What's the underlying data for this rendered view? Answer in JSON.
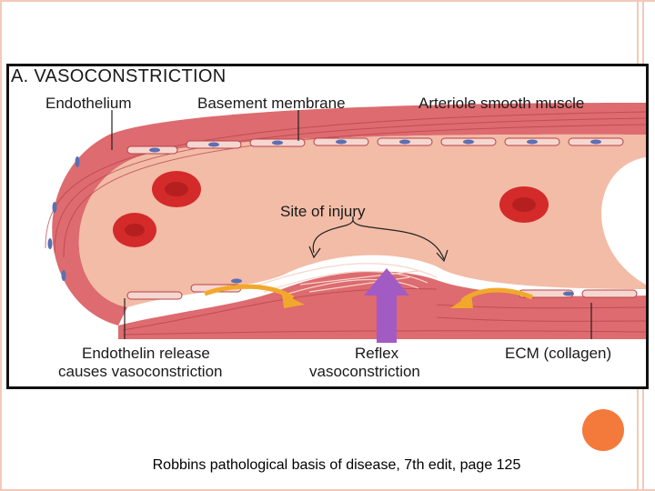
{
  "figure": {
    "title": "A. VASOCONSTRICTION",
    "labels": {
      "endothelium": "Endothelium",
      "basement_membrane": "Basement membrane",
      "smooth_muscle": "Arteriole smooth muscle",
      "site_of_injury": "Site of injury",
      "endothelin_line1": "Endothelin release",
      "endothelin_line2": "causes vasoconstriction",
      "reflex_line1": "Reflex",
      "reflex_line2": "vasoconstriction",
      "ecm": "ECM (collagen)"
    }
  },
  "caption": "Robbins pathological basis of disease, 7th edit, page 125",
  "colors": {
    "accent_orange": "#f47a3c",
    "border_peach": "#f2c9b8",
    "vessel_wall": "#d9646a",
    "lumen": "#f3c0ae",
    "rbc": "#d42a2a",
    "purple_arrow": "#a35bc4",
    "yellow_arrow": "#f2a82a"
  }
}
